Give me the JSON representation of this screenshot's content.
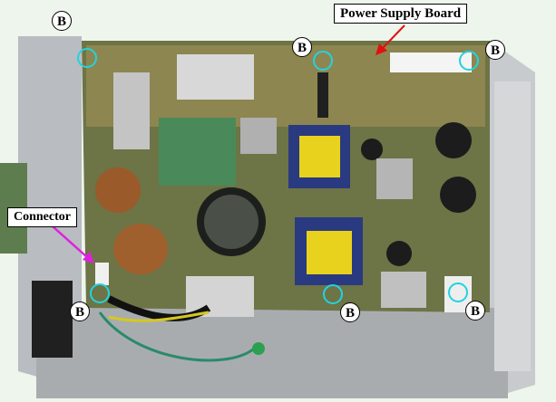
{
  "figure": {
    "callouts": {
      "power_supply_board": "Power Supply Board",
      "connector": "Connector"
    },
    "screw_label": "B",
    "screw_count": 6,
    "colors": {
      "screw_ring": "#22d3e0",
      "power_supply_arrow": "#e01010",
      "connector_arrow": "#e020e0"
    }
  }
}
